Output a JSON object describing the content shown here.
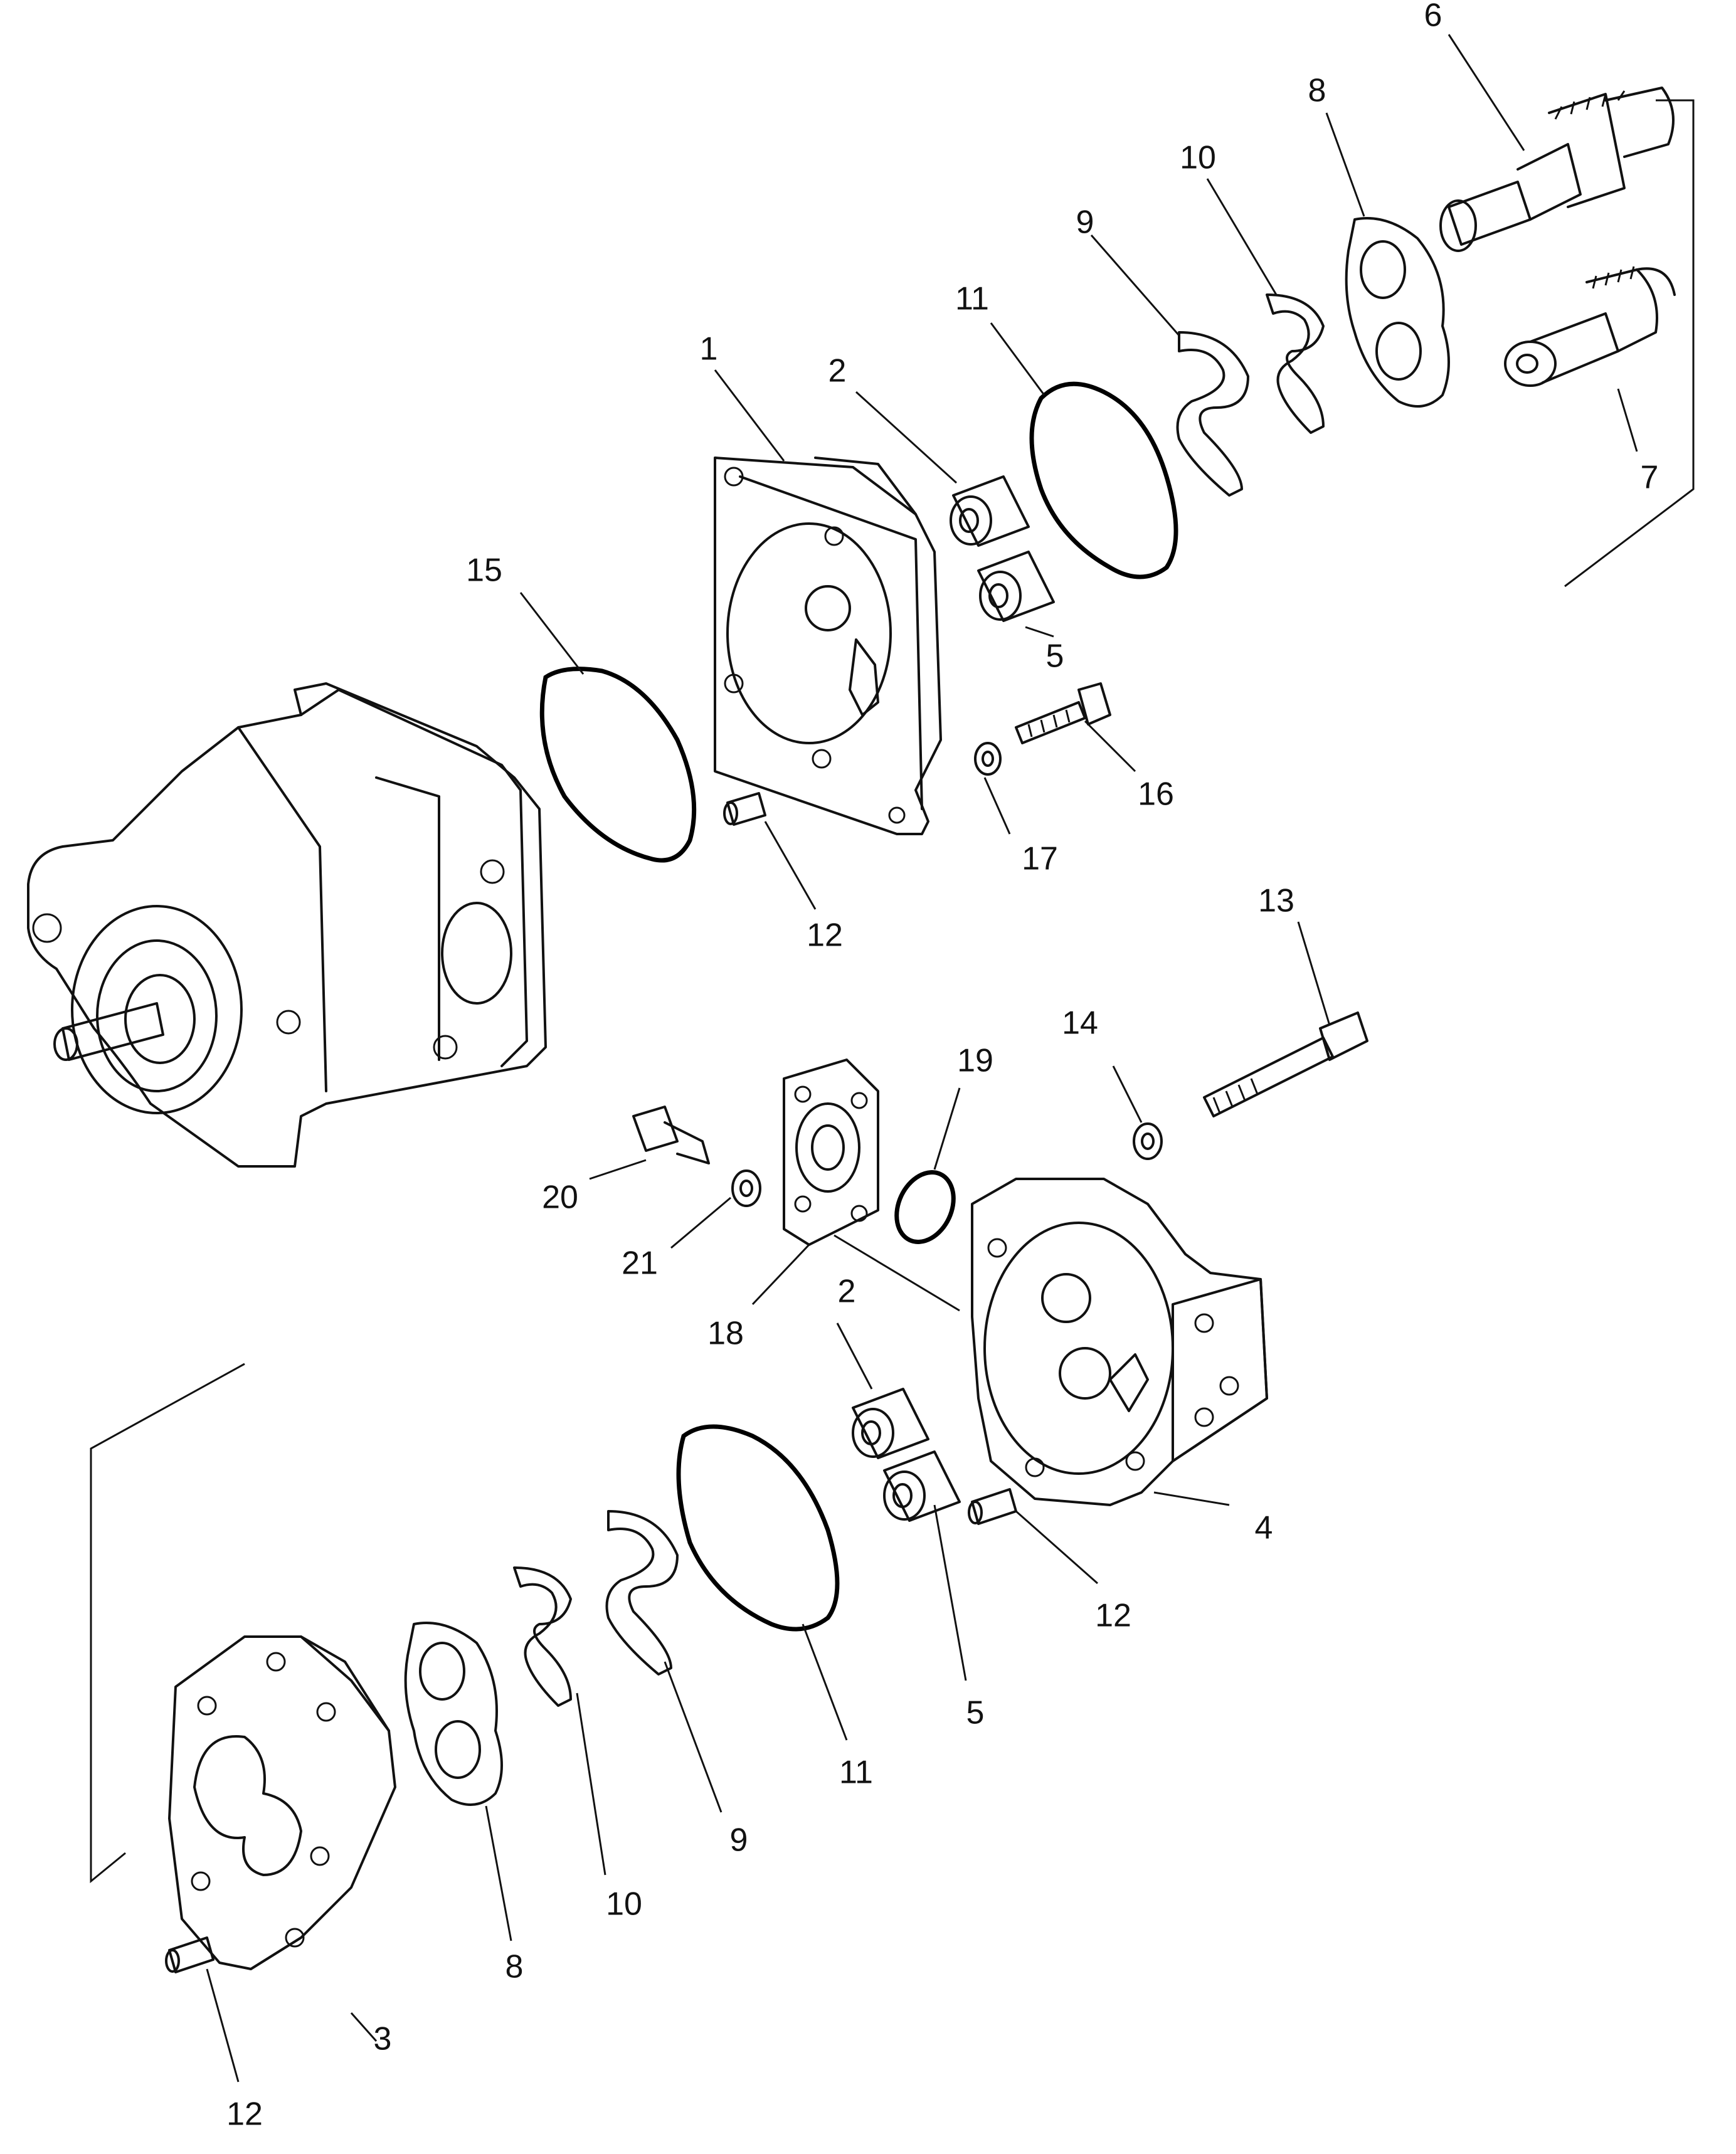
{
  "labels": {
    "p1": "1",
    "p2_top": "2",
    "p2_bottom": "2",
    "p3": "3",
    "p4": "4",
    "p5_top": "5",
    "p5_bottom": "5",
    "p6": "6",
    "p7": "7",
    "p8_top": "8",
    "p8_bottom": "8",
    "p9_top": "9",
    "p9_bottom": "9",
    "p10_top": "10",
    "p10_bottom": "10",
    "p11_top": "11",
    "p11_bottom": "11",
    "p12_a": "12",
    "p12_b": "12",
    "p12_c": "12",
    "p13": "13",
    "p14": "14",
    "p15": "15",
    "p16": "16",
    "p17": "17",
    "p18": "18",
    "p19": "19",
    "p20": "20",
    "p21": "21"
  }
}
